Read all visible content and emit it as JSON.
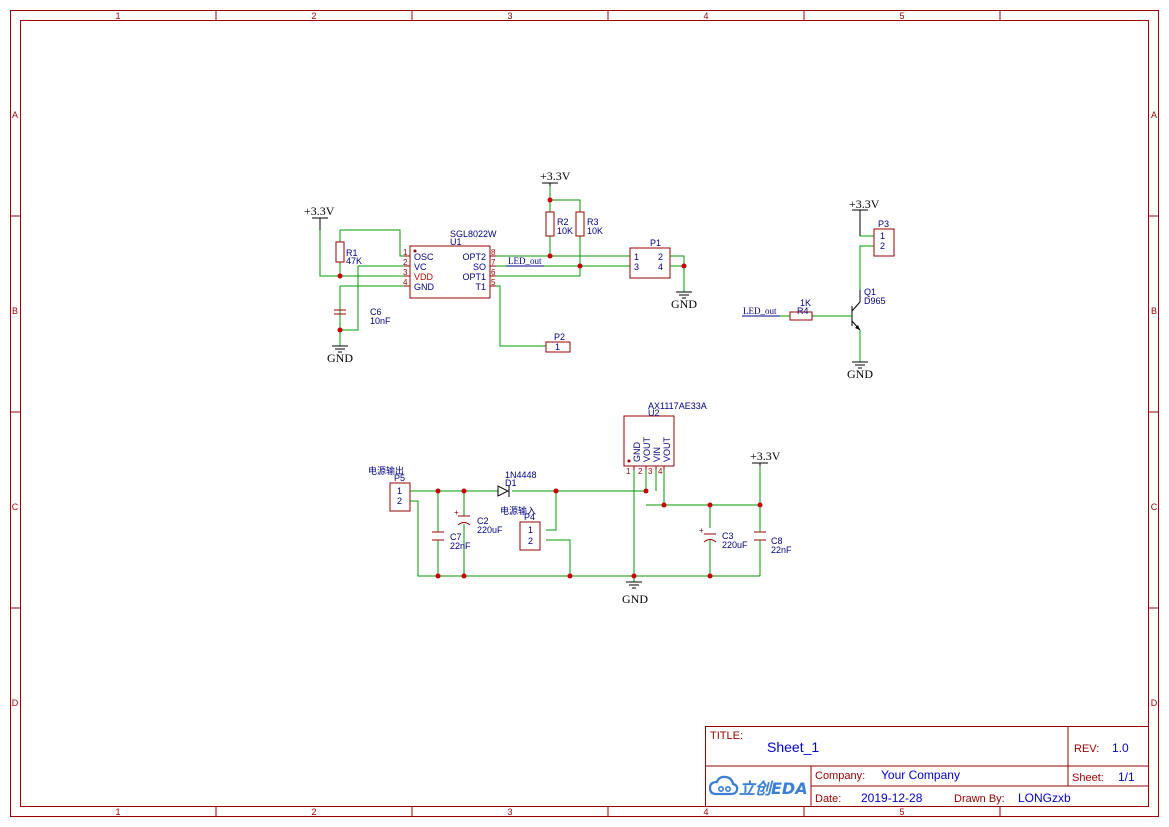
{
  "frame": {
    "columns": [
      "1",
      "2",
      "3",
      "4",
      "5"
    ],
    "rows": [
      "A",
      "B",
      "C",
      "D"
    ]
  },
  "power": {
    "vcc": "+3.3V",
    "gnd": "GND"
  },
  "components": {
    "u1": {
      "name": "SGL8022W",
      "ref": "U1",
      "pins_left": [
        {
          "num": "1",
          "name": "OSC"
        },
        {
          "num": "2",
          "name": "VC"
        },
        {
          "num": "3",
          "name": "VDD"
        },
        {
          "num": "4",
          "name": "GND"
        }
      ],
      "pins_right": [
        {
          "num": "8",
          "name": "OPT2"
        },
        {
          "num": "7",
          "name": "SO"
        },
        {
          "num": "6",
          "name": "OPT1"
        },
        {
          "num": "5",
          "name": "T1"
        }
      ]
    },
    "r1": {
      "ref": "R1",
      "value": "47K"
    },
    "r2": {
      "ref": "R2",
      "value": "10K"
    },
    "r3": {
      "ref": "R3",
      "value": "10K"
    },
    "r4": {
      "ref": "R4",
      "value": "1K"
    },
    "c6": {
      "ref": "C6",
      "value": "10nF"
    },
    "c2": {
      "ref": "C2",
      "value": "220uF"
    },
    "c7": {
      "ref": "C7",
      "value": "22nF"
    },
    "c3": {
      "ref": "C3",
      "value": "220uF"
    },
    "c8": {
      "ref": "C8",
      "value": "22nF"
    },
    "p1": {
      "ref": "P1",
      "pins": [
        "1",
        "2",
        "3",
        "4"
      ]
    },
    "p2": {
      "ref": "P2",
      "pins": [
        "1"
      ]
    },
    "p3": {
      "ref": "P3",
      "pins": [
        "1",
        "2"
      ]
    },
    "p4": {
      "ref": "P4",
      "label": "电源输入",
      "pins": [
        "1",
        "2"
      ]
    },
    "p5": {
      "ref": "P5",
      "label": "电源输出",
      "pins": [
        "1",
        "2"
      ]
    },
    "q1": {
      "ref": "Q1",
      "value": "D965"
    },
    "d1": {
      "ref": "D1",
      "value": "1N4448"
    },
    "u2": {
      "name": "AX1117AE33A",
      "ref": "U2",
      "pins": [
        {
          "num": "1",
          "name": "GND"
        },
        {
          "num": "2",
          "name": "VOUT"
        },
        {
          "num": "3",
          "name": "VIN"
        },
        {
          "num": "4",
          "name": "VOUT"
        }
      ]
    }
  },
  "net_labels": {
    "led_out_a": "LED_out",
    "led_out_b": "LED_out"
  },
  "title_block": {
    "title_label": "TITLE:",
    "title": "Sheet_1",
    "rev_label": "REV:",
    "rev": "1.0",
    "company_label": "Company:",
    "company": "Your Company",
    "sheet_label": "Sheet:",
    "sheet": "1/1",
    "date_label": "Date:",
    "date": "2019-12-28",
    "drawn_label": "Drawn By:",
    "drawn_by": "LONGzxb",
    "logo_text": "立创EDA"
  },
  "colors": {
    "frame": "#990000",
    "wire": "#009900",
    "pin_text": "#000080",
    "junction": "#cc0000",
    "title_value": "#0000cc"
  }
}
